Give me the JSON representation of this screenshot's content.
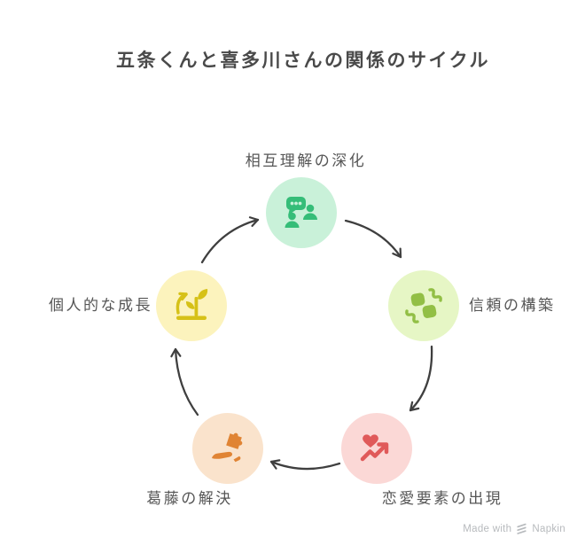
{
  "title": "五条くんと喜多川さんの関係のサイクル",
  "watermark": {
    "prefix": "Made with",
    "brand": "Napkin"
  },
  "colors": {
    "background": "#ffffff",
    "title_text": "#4a4a4a",
    "label_text": "#565656",
    "watermark_text": "#b7babd"
  },
  "diagram": {
    "type": "cycle",
    "direction": "clockwise",
    "arrow_color": "#3f3f3f",
    "nodes": [
      {
        "id": "mutual-understanding",
        "label": "相互理解の深化",
        "icon": "conversation-icon",
        "position": "top",
        "circle_color": "#c9f1d9",
        "icon_color": "#35bd78"
      },
      {
        "id": "trust-building",
        "label": "信頼の構築",
        "icon": "handshake-icon",
        "position": "right",
        "circle_color": "#e6f6c5",
        "icon_color": "#92bf45"
      },
      {
        "id": "romance-emergence",
        "label": "恋愛要素の出現",
        "icon": "heart-trend-icon",
        "position": "bottom-right",
        "circle_color": "#fbd8d6",
        "icon_color": "#e05a5a"
      },
      {
        "id": "conflict-resolution",
        "label": "葛藤の解決",
        "icon": "hand-puzzle-icon",
        "position": "bottom-left",
        "circle_color": "#fae3cc",
        "icon_color": "#e08434"
      },
      {
        "id": "personal-growth",
        "label": "個人的な成長",
        "icon": "growth-icon",
        "position": "left",
        "circle_color": "#fcf3bd",
        "icon_color": "#d6c117"
      }
    ]
  }
}
